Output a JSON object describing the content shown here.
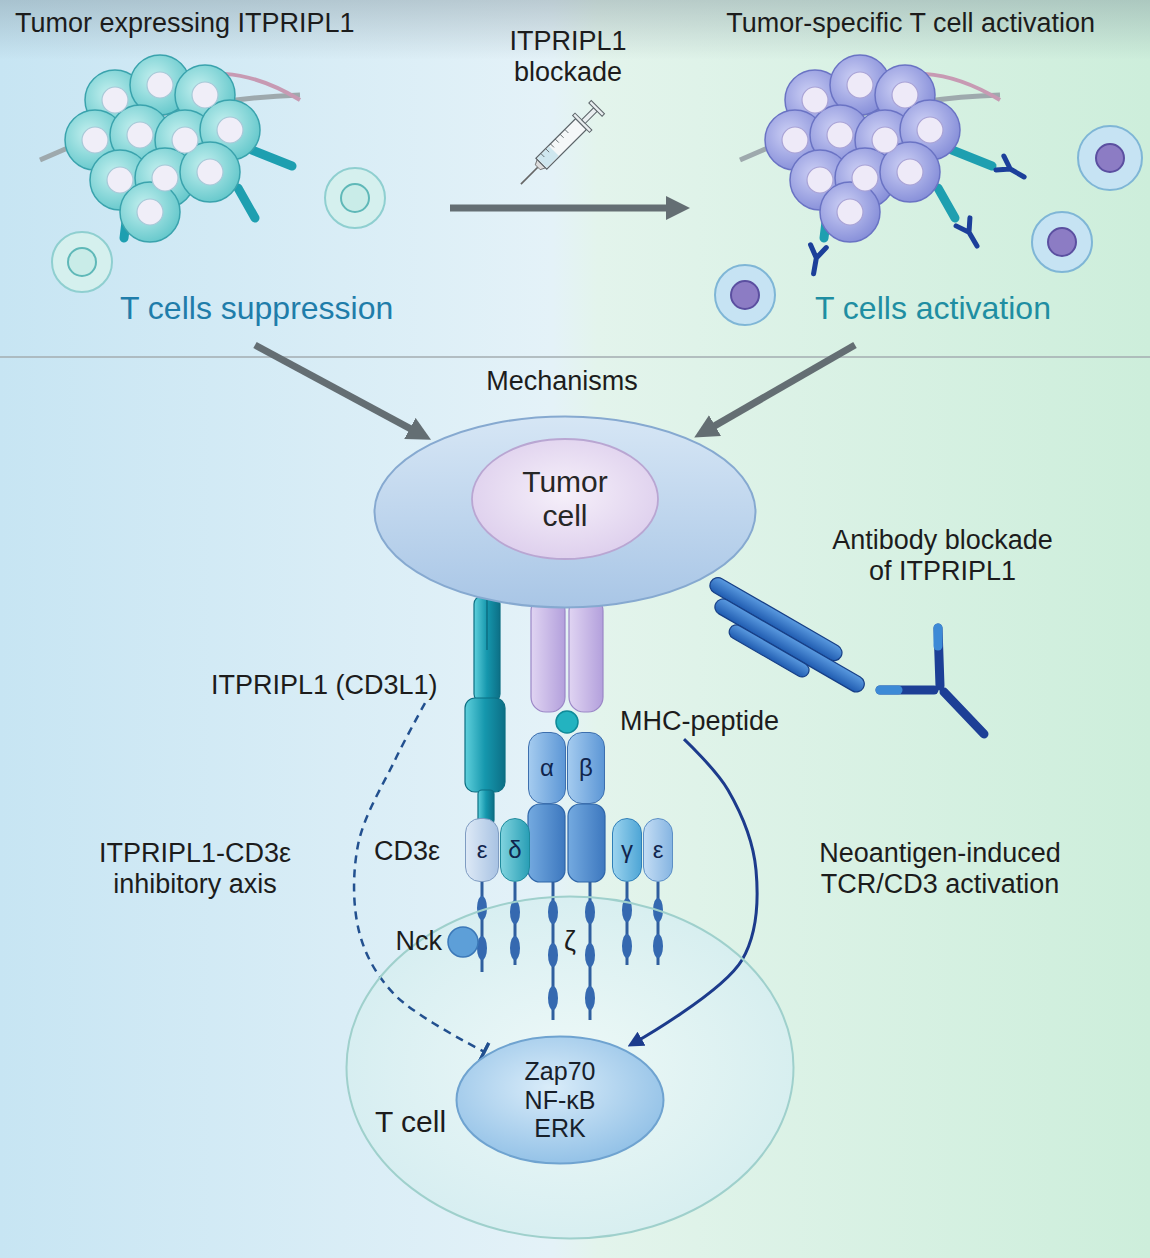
{
  "diagram": {
    "nodes": [
      {
        "text": [
          "Tumor expressing ITPRIPL1",
          "T cells suppression"
        ]
      },
      {
        "text": [
          "Tumor-specific T cell activation",
          "T cells activation"
        ]
      },
      {
        "text": [
          "Tumor cell"
        ]
      },
      {
        "text": [
          "ITPRIPL1 (CD3L1)"
        ]
      },
      {
        "text": [
          "MHC-peptide"
        ]
      },
      {
        "text": [
          "α"
        ]
      },
      {
        "text": [
          "β"
        ]
      },
      {
        "text": [
          "ε"
        ]
      },
      {
        "text": [
          "δ"
        ]
      },
      {
        "text": [
          "γ"
        ]
      },
      {
        "text": [
          "ε"
        ]
      },
      {
        "text": [
          "T cell"
        ]
      },
      {
        "text": [
          "Zap70 NF-κB ERK"
        ],
        "in": 11
      }
    ],
    "edges": [
      {
        "from": 0,
        "to": 1,
        "label": "ITPRIPL1 blockade",
        "arrow": "to"
      },
      {
        "from": 0,
        "to": 2,
        "arrow": "to"
      },
      {
        "from": 1,
        "to": 2,
        "arrow": "to"
      },
      {
        "from": 3,
        "to": 12,
        "label": "ITPRIPL1-CD3ε inhibitory axis",
        "arrow": "to"
      },
      {
        "from": 4,
        "to": 12,
        "label": "Neoantigen-induced TCR/CD3 activation",
        "arrow": "to"
      }
    ],
    "labels": [
      "Mechanisms",
      "Antibody blockade of ITPRIPL1",
      "CD3ε",
      "Nck",
      "ζ"
    ]
  }
}
